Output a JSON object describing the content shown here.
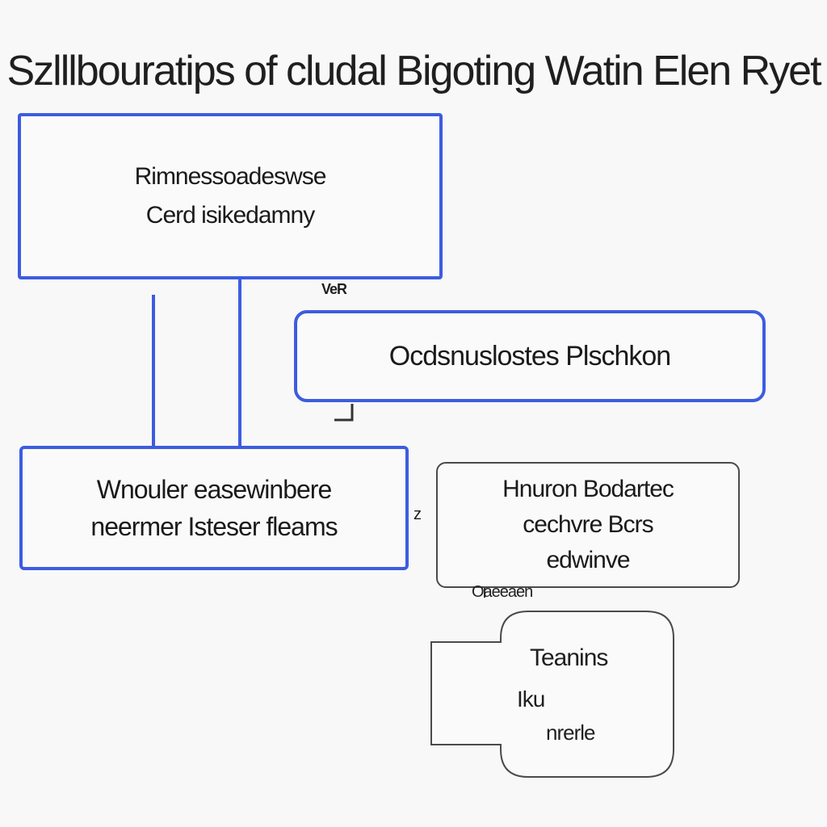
{
  "title": "Szlllbouratips of cludal Bigoting Watin Elen Ryet",
  "nodes": {
    "top": {
      "lines": [
        "Rimnessoadeswse",
        "Cerd isikedamny"
      ]
    },
    "right": {
      "lines": [
        "Ocdsnuslostes Plschkon"
      ]
    },
    "bottom_left": {
      "lines": [
        "Wnouler easewinbere",
        "neermer Isteser fleams"
      ]
    },
    "middle_right": {
      "lines": [
        "Hnuron Bodartec",
        "cechvre Bcrs",
        "edwinve"
      ]
    },
    "callout": {
      "lines": [
        "Teanins",
        "Iku",
        "nrerle"
      ]
    }
  },
  "small_labels": {
    "ver": "VeR",
    "z": "z",
    "oaeeaen": "Oaeeaen"
  },
  "colors": {
    "blue_border": "#3d5ce0",
    "gray_border": "#4a4a4a",
    "background": "#f8f8f8"
  }
}
